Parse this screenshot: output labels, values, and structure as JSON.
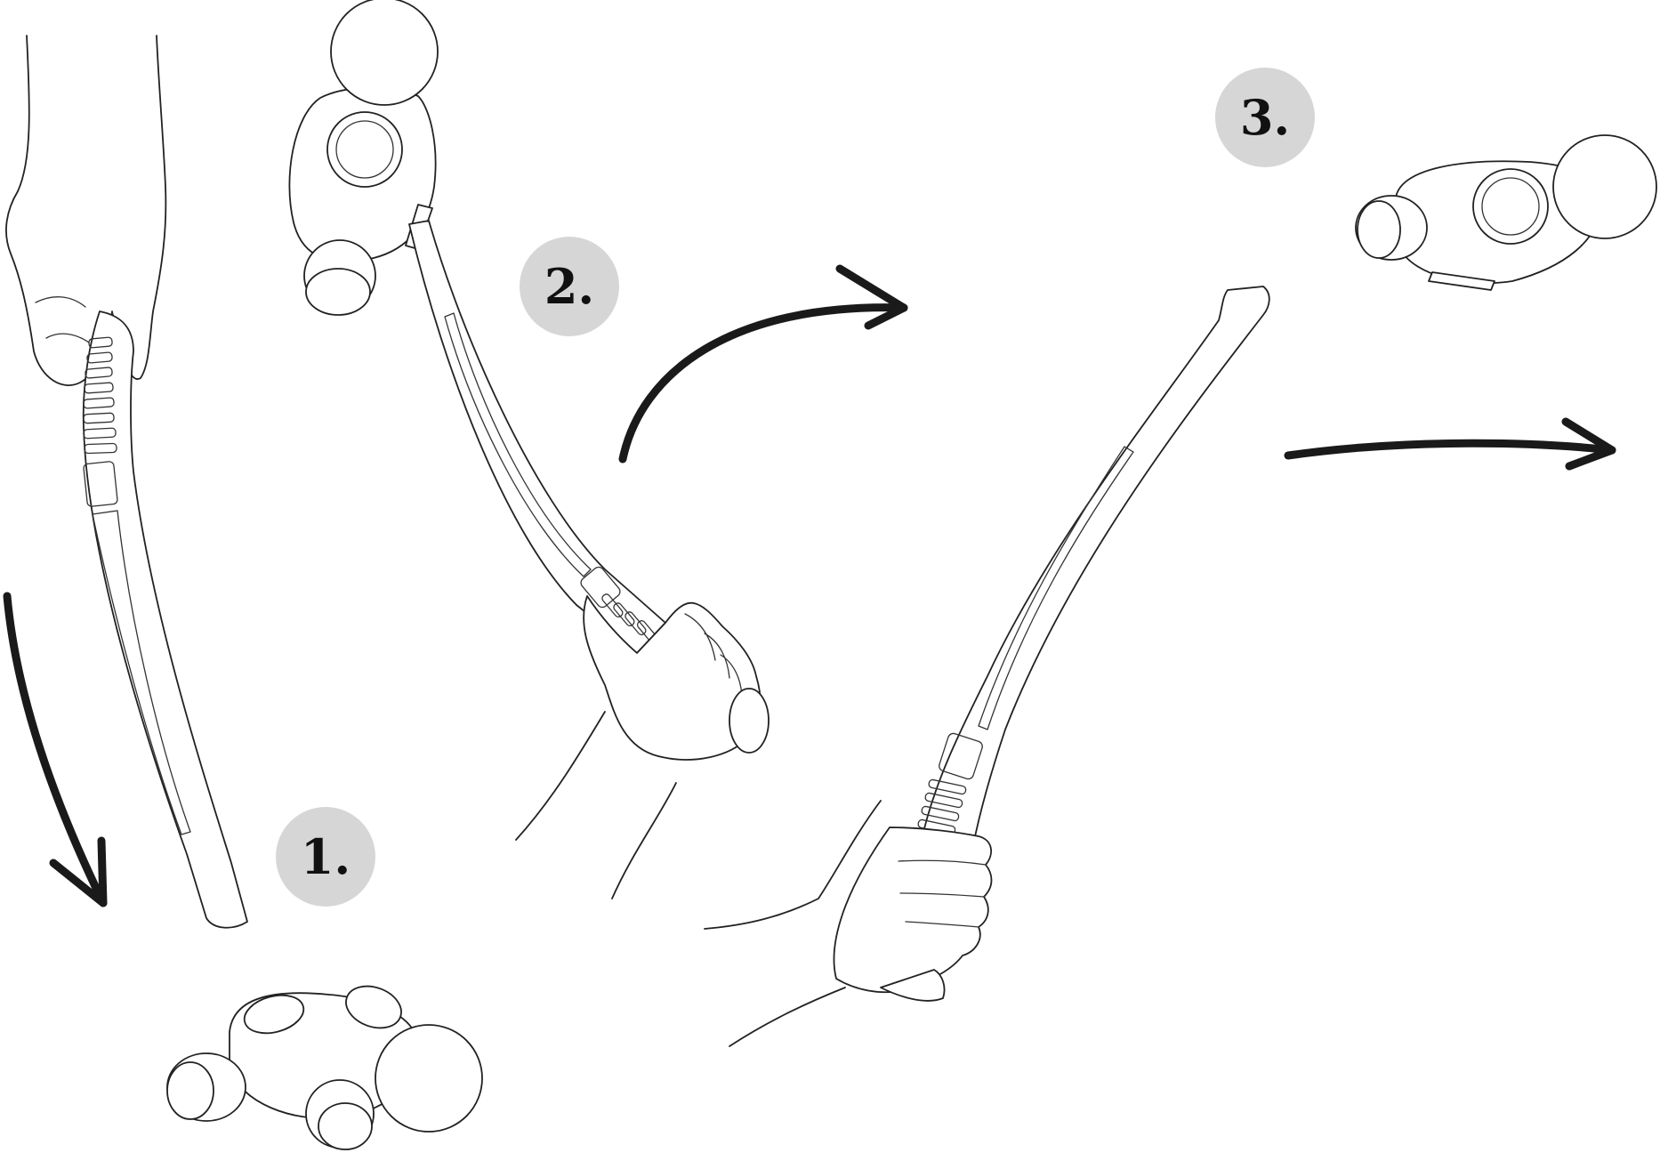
{
  "steps": [
    {
      "label": "1."
    },
    {
      "label": "2."
    },
    {
      "label": "3."
    }
  ],
  "colors": {
    "badge_fill": "#d6d6d6",
    "line": "#222222",
    "arrow": "#1a1a1a",
    "background": "#ffffff"
  }
}
